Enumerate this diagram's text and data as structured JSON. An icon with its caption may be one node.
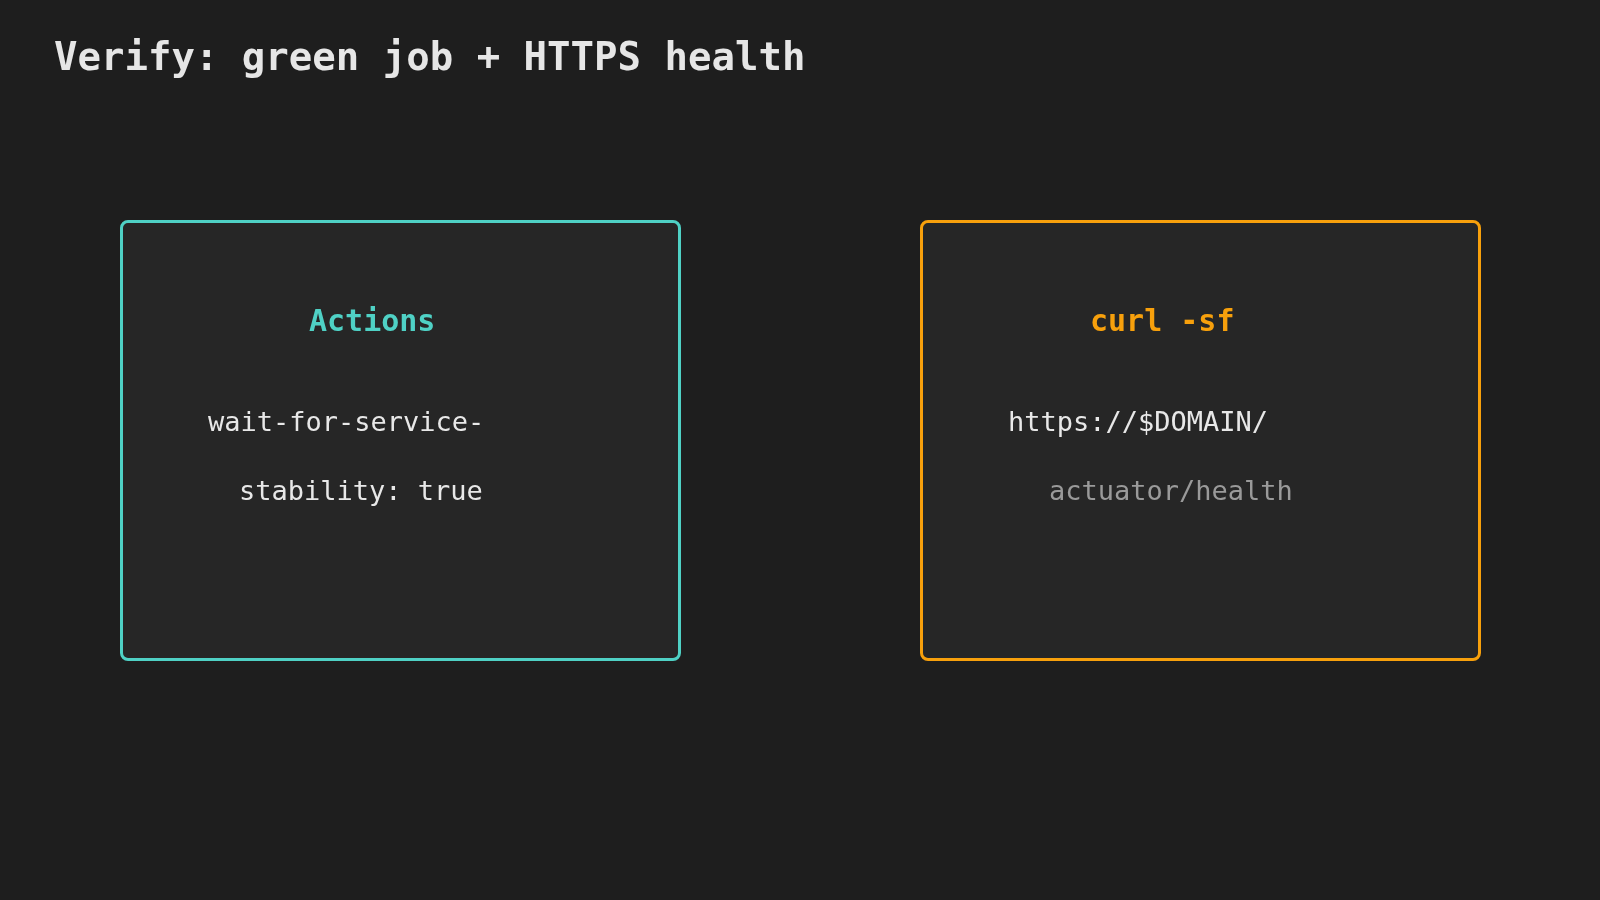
{
  "diagram": {
    "title": "Verify: green job + HTTPS health",
    "nodes": [
      {
        "text": [
          "Actions",
          "wait-for-service-",
          "stability: true"
        ]
      },
      {
        "text": [
          "curl -sf",
          "https://$DOMAIN/",
          "actuator/health"
        ]
      }
    ]
  }
}
